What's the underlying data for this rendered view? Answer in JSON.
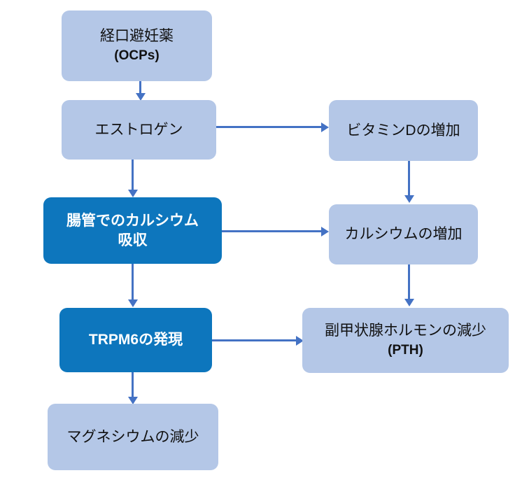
{
  "diagram": {
    "title": "Oral contraceptives and magnesium pathway flowchart",
    "colors": {
      "node_light_fill": "#B4C7E7",
      "node_dark_fill": "#0D76BD",
      "node_light_text": "#111111",
      "node_dark_text": "#FFFFFF",
      "connector": "#4472C4",
      "background": "#FFFFFF"
    },
    "nodes": [
      {
        "id": "ocps",
        "line1": "経口避妊薬",
        "line2": "(OCPs)",
        "style": "light"
      },
      {
        "id": "estrogen",
        "line1": "エストロゲン",
        "line2": "",
        "style": "light"
      },
      {
        "id": "intestinal-calcium-absorption",
        "line1": "腸管でのカルシウム",
        "line2": "吸収",
        "style": "dark"
      },
      {
        "id": "trpm6-expression",
        "line1": "TRPM6の発現",
        "line2": "",
        "style": "dark"
      },
      {
        "id": "magnesium-decrease",
        "line1": "マグネシウムの減少",
        "line2": "",
        "style": "light"
      },
      {
        "id": "vitamin-d-increase",
        "line1": "ビタミンDの増加",
        "line2": "",
        "style": "light"
      },
      {
        "id": "calcium-increase",
        "line1": "カルシウムの増加",
        "line2": "",
        "style": "light"
      },
      {
        "id": "pth-decrease",
        "line1": "副甲状腺ホルモンの減少",
        "line2": "(PTH)",
        "style": "light"
      }
    ],
    "edges": [
      {
        "id": "ocps-to-estrogen",
        "from": "ocps",
        "to": "estrogen",
        "direction": "down"
      },
      {
        "id": "estrogen-to-absorption",
        "from": "estrogen",
        "to": "intestinal-calcium-absorption",
        "direction": "down"
      },
      {
        "id": "estrogen-to-vitamin-d",
        "from": "estrogen",
        "to": "vitamin-d-increase",
        "direction": "right"
      },
      {
        "id": "absorption-to-trpm6",
        "from": "intestinal-calcium-absorption",
        "to": "trpm6-expression",
        "direction": "down"
      },
      {
        "id": "absorption-to-calcium",
        "from": "intestinal-calcium-absorption",
        "to": "calcium-increase",
        "direction": "right"
      },
      {
        "id": "trpm6-to-magnesium",
        "from": "trpm6-expression",
        "to": "magnesium-decrease",
        "direction": "down"
      },
      {
        "id": "trpm6-to-pth",
        "from": "trpm6-expression",
        "to": "pth-decrease",
        "direction": "right"
      },
      {
        "id": "vitamin-d-to-calcium",
        "from": "vitamin-d-increase",
        "to": "calcium-increase",
        "direction": "down"
      },
      {
        "id": "calcium-to-pth",
        "from": "calcium-increase",
        "to": "pth-decrease",
        "direction": "down"
      }
    ]
  }
}
